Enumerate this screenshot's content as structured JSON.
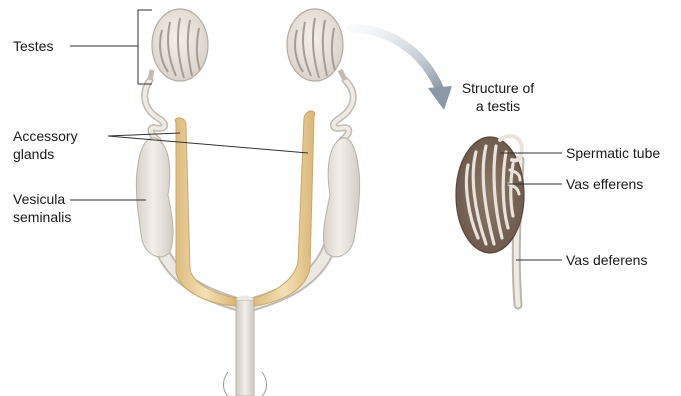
{
  "labels": {
    "testes": "Testes",
    "accessory_glands_line1": "Accessory",
    "accessory_glands_line2": "glands",
    "vesicula_line1": "Vesicula",
    "vesicula_line2": "seminalis",
    "structure_line1": "Structure of",
    "structure_line2": "a testis",
    "spermatic_tube": "Spermatic tube",
    "vas_efferens": "Vas efferens",
    "vas_deferens": "Vas deferens"
  },
  "colors": {
    "duct": "#e7e2dc",
    "duct_outline": "#b9b2aa",
    "gland": "#e9cf9c",
    "gland_outline": "#c9a86a",
    "testis_dark": "#7d6a5e",
    "arrow": "#9aa7b3",
    "leader": "#333333"
  }
}
